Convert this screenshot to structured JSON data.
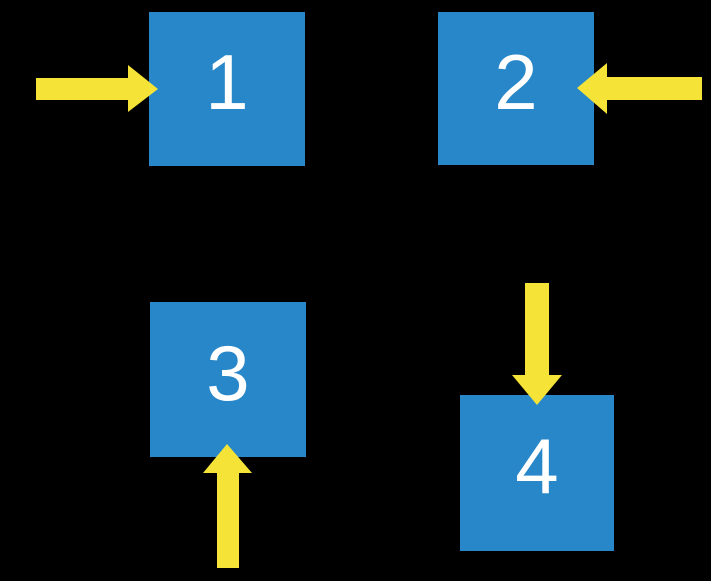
{
  "colors": {
    "background": "#000000",
    "square_fill": "#2787C8",
    "arrow_fill": "#F5E337",
    "label_text": "#FFFFFF"
  },
  "squares": [
    {
      "label": "1"
    },
    {
      "label": "2"
    },
    {
      "label": "3"
    },
    {
      "label": "4"
    }
  ],
  "arrows": [
    {
      "target": "1",
      "direction": "right"
    },
    {
      "target": "2",
      "direction": "left"
    },
    {
      "target": "3",
      "direction": "up"
    },
    {
      "target": "4",
      "direction": "down"
    }
  ]
}
